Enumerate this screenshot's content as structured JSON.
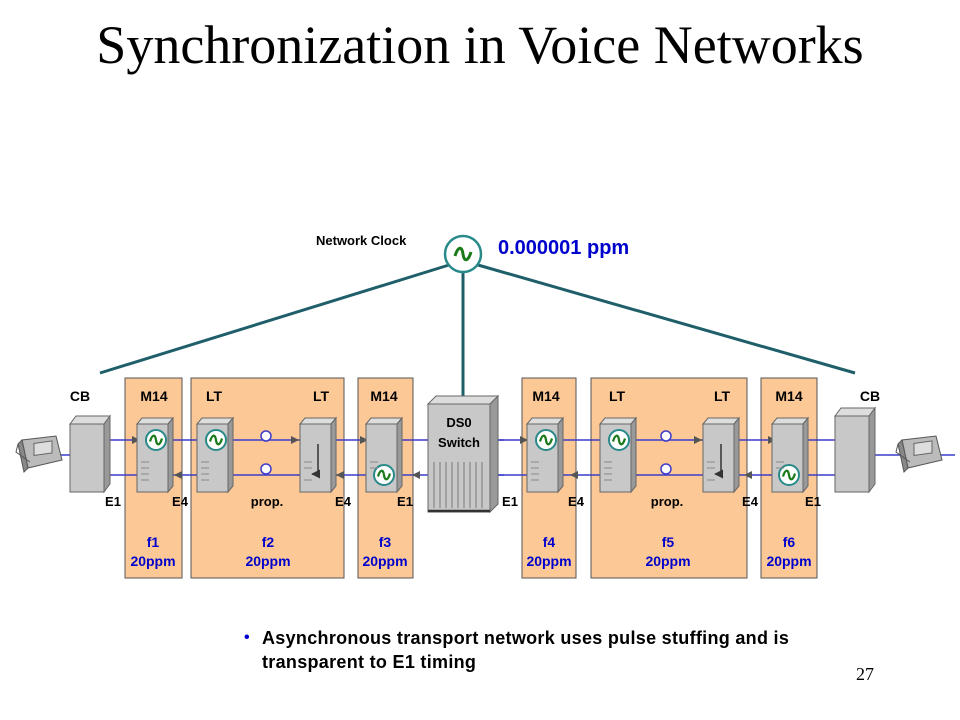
{
  "title": "Synchronization in Voice Networks",
  "network_clock_label": "Network Clock",
  "clock_accuracy": "0.000001 ppm",
  "ds0_label_1": "DS0",
  "ds0_label_2": "Switch",
  "equipment_labels": [
    "CB",
    "M14",
    "LT",
    "LT",
    "M14",
    "M14",
    "LT",
    "LT",
    "M14",
    "CB"
  ],
  "interface_labels": [
    "E1",
    "E4",
    "prop.",
    "E4",
    "E1",
    "E1",
    "E4",
    "prop.",
    "E4",
    "E1"
  ],
  "sections": [
    {
      "freq": "f1",
      "tolerance": "20ppm"
    },
    {
      "freq": "f2",
      "tolerance": "20ppm"
    },
    {
      "freq": "f3",
      "tolerance": "20ppm"
    },
    {
      "freq": "f4",
      "tolerance": "20ppm"
    },
    {
      "freq": "f5",
      "tolerance": "20ppm"
    },
    {
      "freq": "f6",
      "tolerance": "20ppm"
    }
  ],
  "bullet": "Asynchronous transport network uses pulse stuffing and is transparent to E1 timing",
  "page_number": "27",
  "colors": {
    "panel": "#fbc896",
    "clock_link": "#1f5f6a",
    "signal": "#3d3dcc",
    "accent_text": "#0000cc"
  }
}
